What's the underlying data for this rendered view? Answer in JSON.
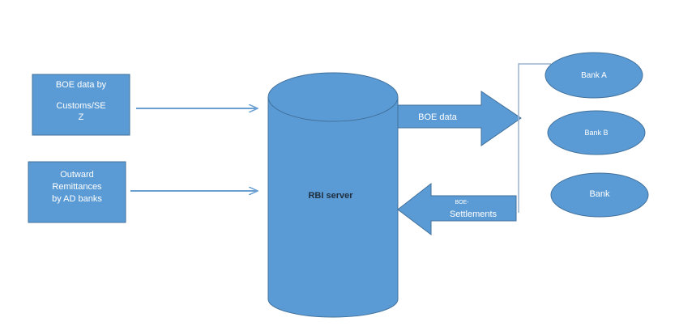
{
  "nodes": {
    "boe_source": [
      "BOE data by",
      "Customs/SE",
      "Z"
    ],
    "remittance_source": [
      "Outward",
      "Remittances",
      "by AD banks"
    ],
    "server": "RBI server",
    "bank_a": "Bank A",
    "bank_b": "Bank B",
    "bank_c": "Bank"
  },
  "arrows": {
    "boe_data": "BOE data",
    "settlements": [
      "BOE-",
      "Settlements"
    ]
  },
  "colors": {
    "fill": "#5b9bd5",
    "stroke": "#41719c",
    "connector": "#6a9fd4"
  }
}
